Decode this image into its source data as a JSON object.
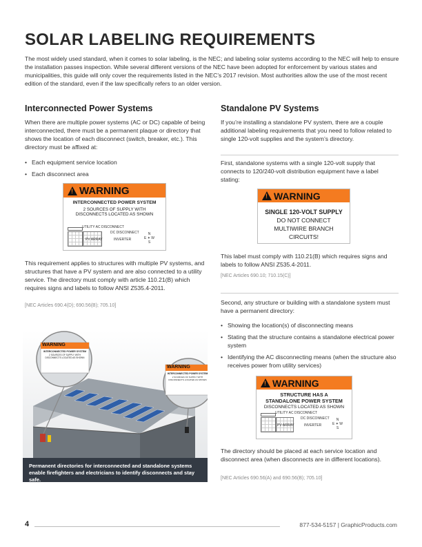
{
  "title": "SOLAR LABELING REQUIREMENTS",
  "intro": "The most widely used standard, when it comes to solar labeling, is the NEC; and labeling solar systems according to the NEC will help to ensure the installation passes inspection. While several different versions of the NEC have been adopted for enforcement by various states and municipalities, this guide will only cover the requirements listed in the NEC’s 2017 revision. Most authorities allow the use of the most recent edition of the standard, even if the law specifically refers to an older version.",
  "left": {
    "heading": "Interconnected Power Systems",
    "p1": "When there are multiple power systems (AC or DC) capable of being interconnected, there must be a permanent plaque or directory that shows the location of each disconnect (switch, breaker, etc.). This directory must be affixed at:",
    "bullets": [
      "Each equipment service location",
      "Each disconnect area"
    ],
    "label": {
      "warning": "WARNING",
      "line1": "INTERCONNECTED POWER SYSTEM",
      "line2": "2 SOURCES OF SUPPLY WITH",
      "line3": "DISCONNECTS LOCATED AS SHOWN",
      "ann_utility": "UTILITY AC DISCONNECT",
      "ann_dc": "DC DISCONNECT",
      "ann_inverter": "INVERTER",
      "ann_pv": "PV ARRAY"
    },
    "p2": "This requirement applies to structures with multiple PV systems, and structures that have a PV system and are also connected to a utility service. The directory must comply with article 110.21(B) which requires signs and labels to follow ANSI Z535.4-2011.",
    "cite": "[NEC Articles 690.4(D); 690.56(B); 705.10]",
    "caption": "Permanent directories for interconnected and standalone systems enable firefighters and electricians to identify disconnects and stay safe.",
    "callout1": {
      "warning": "WARNING",
      "line1": "INTERCONNECTED POWER SYSTEM",
      "line2": "2 SOURCES OF SUPPLY WITH",
      "line3": "DISCONNECTS LOCATED AS SHOWN"
    },
    "callout2": {
      "warning": "WARNING",
      "line1": "INTERCONNECTED POWER SYSTEM",
      "line2": "2 SOURCES OF SUPPLY WITH",
      "line3": "DISCONNECTS LOCATED AS SHOWN"
    }
  },
  "right": {
    "heading": "Standalone PV Systems",
    "p1": "If you’re installing a standalone PV system, there are a couple additional labeling requirements that you need to follow related to single 120-volt supplies and the system’s directory.",
    "p2": "First, standalone systems with a single 120-volt supply that connects to 120/240-volt distribution equipment have a label stating:",
    "label1": {
      "warning": "WARNING",
      "line1": "SINGLE 120-VOLT SUPPLY",
      "line2": "DO NOT CONNECT",
      "line3": "MULTIWIRE BRANCH",
      "line4": "CIRCUITS!"
    },
    "p3": "This label must comply with 110.21(B) which requires signs and labels to follow ANSI Z535.4-2011.",
    "cite1": "[NEC Articles 690.10; 710.15(C)]",
    "p4": "Second, any structure or building with a standalone system must have a permanent directory:",
    "bullets": [
      "Showing the location(s) of disconnecting means",
      "Stating that the structure contains a standalone electrical power system",
      "Identifying the AC disconnecting means (when the structure also receives power from utility services)"
    ],
    "label2": {
      "warning": "WARNING",
      "line1": "STRUCTURE HAS A",
      "line2": "STANDALONE POWER SYSTEM",
      "line3": "DISCONNECTS LOCATED AS SHOWN",
      "ann_utility": "UTILITY AC DISCONNECT",
      "ann_dc": "DC DISCONNECT",
      "ann_inverter": "INVERTER",
      "ann_pv": "PV ARRAY"
    },
    "p5": "The directory should be placed at each service location and disconnect area (when disconnects are in different locations).",
    "cite2": "[NEC Articles 690.56(A) and 690.56(B); 705.10]"
  },
  "footer": {
    "page": "4",
    "contact": "877-534-5157 | GraphicProducts.com"
  },
  "colors": {
    "warning_orange": "#f47b20",
    "caption_bg": "#333a44"
  }
}
